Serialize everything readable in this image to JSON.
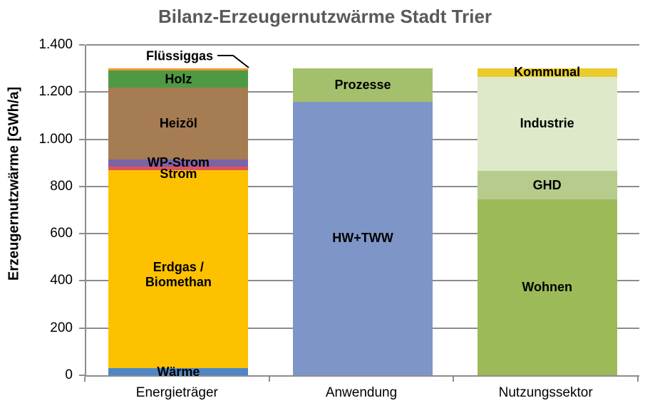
{
  "chart_data": {
    "type": "bar",
    "stacked": true,
    "title": "Bilanz-Erzeugernutzwärme Stadt Trier",
    "ylabel": "Erzeugernutzwärme [GWh/a]",
    "xlabel": "",
    "unit": "GWh/a",
    "ylim": [
      0,
      1400
    ],
    "ytick_step": 200,
    "yticks": [
      {
        "value": 0,
        "label": "0"
      },
      {
        "value": 200,
        "label": "200"
      },
      {
        "value": 400,
        "label": "400"
      },
      {
        "value": 600,
        "label": "600"
      },
      {
        "value": 800,
        "label": "800"
      },
      {
        "value": 1000,
        "label": "1.000"
      },
      {
        "value": 1200,
        "label": "1.200"
      },
      {
        "value": 1400,
        "label": "1.400"
      }
    ],
    "grid": true,
    "legend": "none",
    "title_color": "#595959",
    "axis_color": "#8c8c8c",
    "categories": [
      "Energieträger",
      "Anwendung",
      "Nutzungssektor"
    ],
    "segment_order": "bottom_to_top",
    "stacks": [
      {
        "category": "Energieträger",
        "total": 1300,
        "segments": [
          {
            "label": "Wärme",
            "value": 30,
            "color": "#4e87c8"
          },
          {
            "label": "Erdgas / Biomethan",
            "value": 840,
            "color": "#fdc100",
            "label_lines": [
              "Erdgas /",
              "Biomethan"
            ],
            "label_dy": 8
          },
          {
            "label": "Strom",
            "value": 15,
            "color": "#e0535c",
            "label_dy": 8
          },
          {
            "label": "WP-Strom",
            "value": 30,
            "color": "#7b64a5"
          },
          {
            "label": "Heizöl",
            "value": 305,
            "color": "#a67c52"
          },
          {
            "label": "Holz",
            "value": 70,
            "color": "#4e9a44"
          },
          {
            "label": "Flüssiggas",
            "value": 10,
            "color": "#ee972e",
            "label_mode": "callout"
          }
        ]
      },
      {
        "category": "Anwendung",
        "total": 1300,
        "segments": [
          {
            "label": "HW+TWW",
            "value": 1160,
            "color": "#7e96c7"
          },
          {
            "label": "Prozesse",
            "value": 140,
            "color": "#a4c06d"
          }
        ]
      },
      {
        "category": "Nutzungssektor",
        "total": 1300,
        "segments": [
          {
            "label": "Wohnen",
            "value": 745,
            "color": "#9cba57"
          },
          {
            "label": "GHD",
            "value": 120,
            "color": "#b7cc8c"
          },
          {
            "label": "Industrie",
            "value": 400,
            "color": "#dde9c9"
          },
          {
            "label": "Kommunal",
            "value": 35,
            "color": "#e9cb2c"
          }
        ]
      }
    ]
  }
}
